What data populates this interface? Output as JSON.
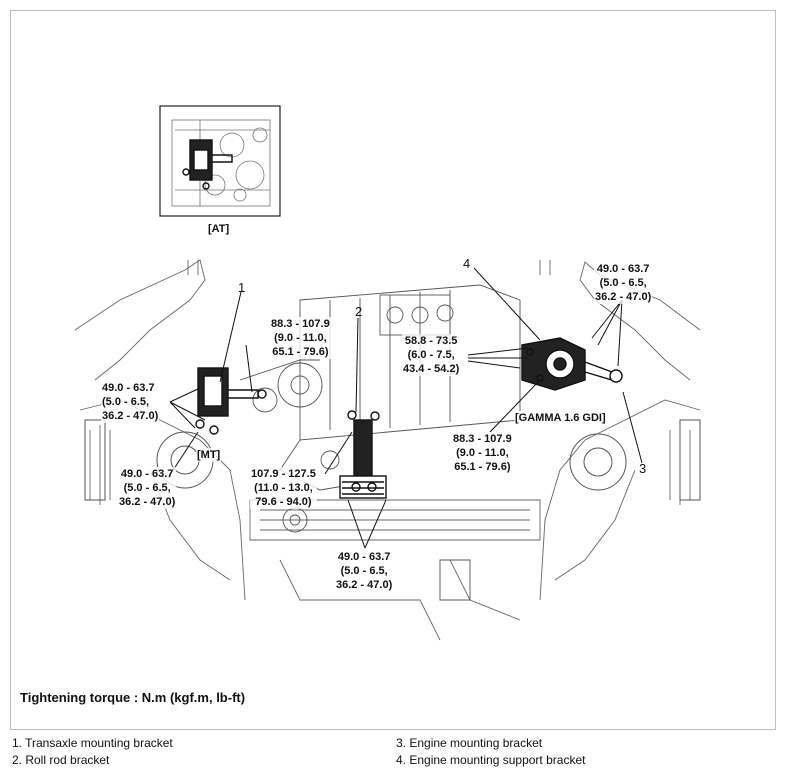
{
  "labels": {
    "callout_1": "1",
    "callout_2": "2",
    "callout_3": "3",
    "callout_4": "4",
    "at_caption": "[AT]",
    "mt_tag": "[MT]",
    "engine_tag": "[GAMMA 1.6 GDI]"
  },
  "torques": {
    "left_upper": [
      "49.0 - 63.7",
      "(5.0 - 6.5,",
      "36.2 - 47.0)"
    ],
    "left_lower": [
      "49.0 - 63.7",
      "(5.0 - 6.5,",
      "36.2 - 47.0)"
    ],
    "top_center": [
      "88.3 - 107.9",
      "(9.0 - 11.0,",
      "65.1 - 79.6)"
    ],
    "center_right": [
      "58.8 - 73.5",
      "(6.0 - 7.5,",
      "43.4 - 54.2)"
    ],
    "top_right": [
      "49.0 - 63.7",
      "(5.0 - 6.5,",
      "36.2 - 47.0)"
    ],
    "right_lower": [
      "88.3 - 107.9",
      "(9.0 - 11.0,",
      "65.1 - 79.6)"
    ],
    "center_lower": [
      "107.9 - 127.5",
      "(11.0 - 13.0,",
      "79.6 - 94.0)"
    ],
    "bottom_center": [
      "49.0 - 63.7",
      "(5.0 - 6.5,",
      "36.2 - 47.0)"
    ]
  },
  "footer_title": "Tightening torque : N.m (kgf.m, lb-ft)",
  "legend": [
    "1. Transaxle mounting bracket",
    "2. Roll rod bracket",
    "3. Engine mounting bracket",
    "4. Engine mounting support bracket"
  ]
}
